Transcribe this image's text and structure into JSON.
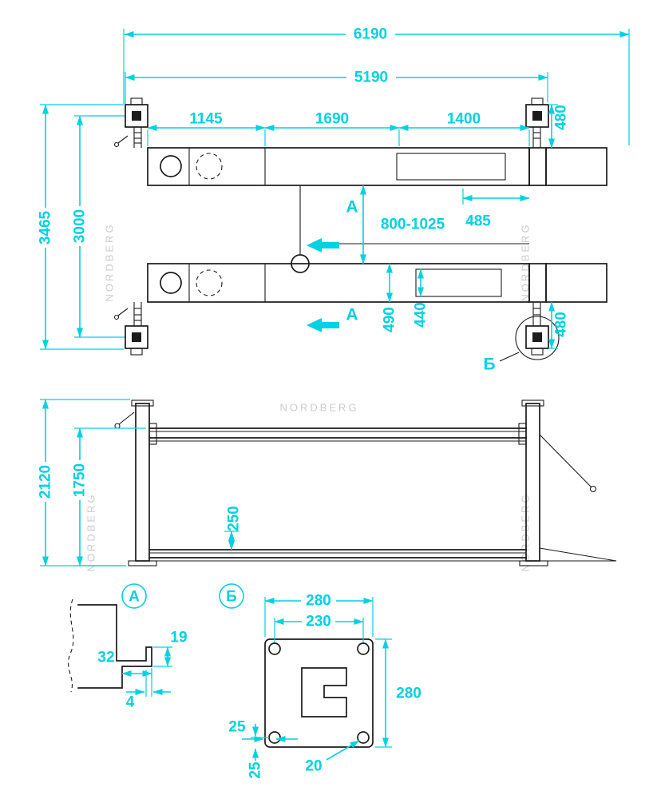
{
  "watermark": "NORDBERG",
  "colors": {
    "dimension": "#00d2e2",
    "line": "#1b1b1b",
    "watermark": "#cccccc"
  },
  "top_view": {
    "overall_length": "6190",
    "post_span": "5190",
    "segment_1": "1145",
    "segment_2": "1690",
    "segment_3": "1400",
    "overall_width": "3465",
    "post_width": "3000",
    "runway_gap": "800-1025",
    "slot_offset": "485",
    "runway_width": "490",
    "slot_width": "440",
    "extension_top": "480",
    "extension_bottom": "480",
    "section_letter": "А",
    "detail_letter": "Б"
  },
  "side_view": {
    "overall_height": "2120",
    "platform_height": "1750",
    "beam_clearance": "250"
  },
  "detail_a": {
    "letter": "А",
    "hook_width": "32",
    "hook_height": "19",
    "plate_thickness": "4"
  },
  "detail_b": {
    "letter": "Б",
    "plate_width": "280",
    "hole_spacing": "230",
    "plate_height": "280",
    "hole_offset_x": "25",
    "hole_offset_y": "25",
    "hole_size": "20"
  }
}
